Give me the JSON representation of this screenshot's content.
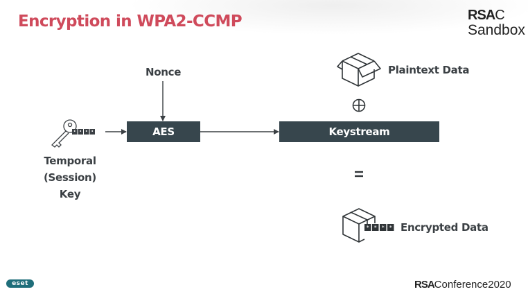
{
  "slide": {
    "title": "Encryption in WPA2-CCMP",
    "title_color": "#cf4a5b",
    "brand_top": {
      "mark": "RSA",
      "suffix": "C",
      "subtitle": "Sandbox"
    },
    "footer_left_logo": "eset",
    "footer_right": {
      "mark": "RSA",
      "text": "Conference2020"
    }
  },
  "diagram": {
    "nonce_label": "Nonce",
    "aes_label": "AES",
    "keystream_label": "Keystream",
    "plaintext_label": "Plaintext Data",
    "xor_symbol": "⊕",
    "equals_symbol": "=",
    "encrypted_label": "Encrypted Data",
    "key_label_lines": [
      "Temporal",
      "(Session)",
      "Key"
    ],
    "box_color": "#37464d",
    "icons": {
      "key": "key-icon",
      "open_box": "open-box-icon",
      "closed_box": "closed-box-icon",
      "masked_password": "masked-password-icon"
    }
  }
}
